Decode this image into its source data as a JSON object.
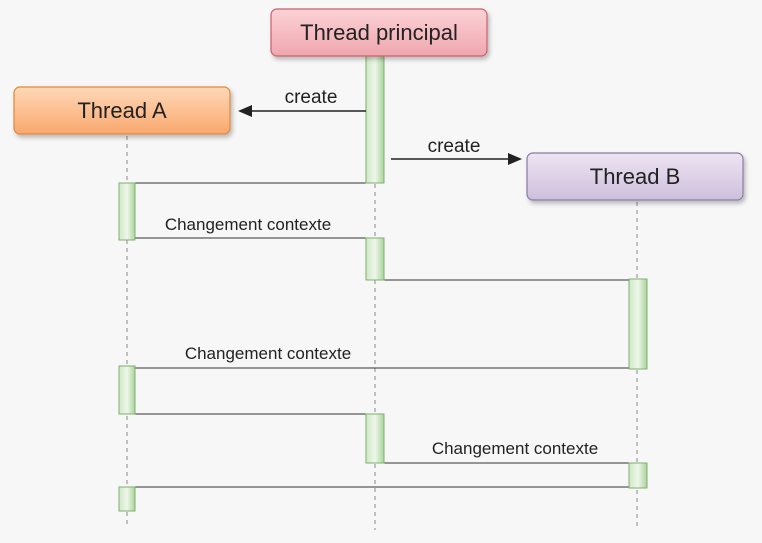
{
  "participants": {
    "main": {
      "label": "Thread principal",
      "color_top": "#fbd2d6",
      "color_bottom": "#efa6ae",
      "border": "#c8606e"
    },
    "a": {
      "label": "Thread A",
      "color_top": "#ffd8b8",
      "color_bottom": "#f9a86e",
      "border": "#e0883c"
    },
    "b": {
      "label": "Thread B",
      "color_top": "#ede4f3",
      "color_bottom": "#cdbfdb",
      "border": "#8a7aa3"
    }
  },
  "messages": {
    "create_a": "create",
    "create_b": "create",
    "switch_1": "Changement contexte",
    "switch_2": "Changement contexte",
    "switch_3": "Changement contexte"
  },
  "colors": {
    "activation_fill_top": "#e6f3e0",
    "activation_fill_bottom": "#a9d49c",
    "activation_border": "#7fae72",
    "lifeline": "#888888",
    "message_line": "#333333"
  }
}
